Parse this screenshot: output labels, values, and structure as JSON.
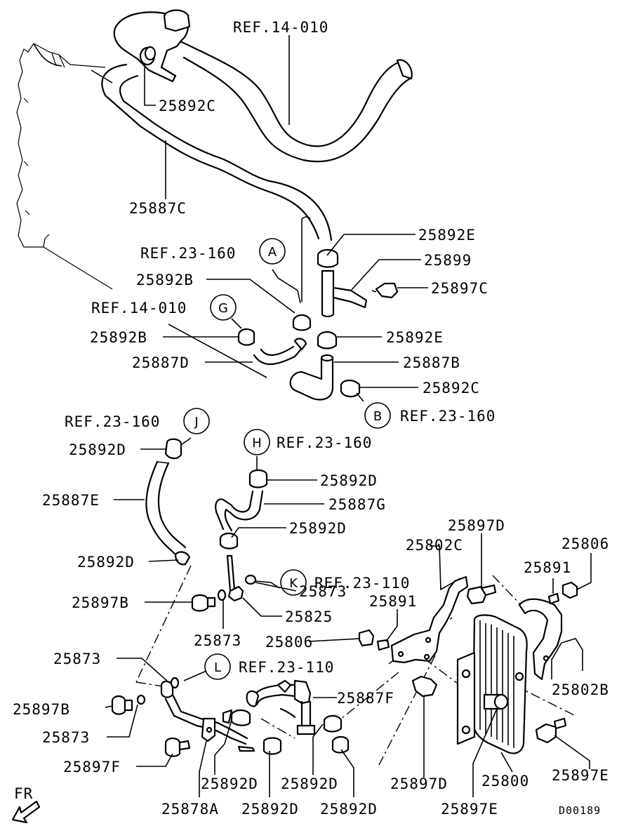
{
  "refs": {
    "r1": "REF.14-010",
    "r2": "REF.23-160",
    "r3": "REF.14-010",
    "r4": "REF.23-160",
    "r5": "REF.23-160",
    "r6": "REF.23-160",
    "r7": "REF.23-110",
    "r8": "REF.23-110"
  },
  "markers": {
    "a": "A",
    "g": "G",
    "b": "B",
    "j": "J",
    "h": "H",
    "k": "K",
    "l": "L"
  },
  "parts": {
    "p25892c_top": "25892C",
    "p25887c": "25887C",
    "p25892e_1": "25892E",
    "p25899": "25899",
    "p25897c": "25897C",
    "p25892b_1": "25892B",
    "p25892b_2": "25892B",
    "p25892e_2": "25892E",
    "p25887d": "25887D",
    "p25887b": "25887B",
    "p25892c_2": "25892C",
    "p25892d_1": "25892D",
    "p25887e": "25887E",
    "p25892d_2": "25892D",
    "p25887g": "25887G",
    "p25892d_3": "25892D",
    "p25897d_top": "25897D",
    "p25802c": "25802C",
    "p25806_r": "25806",
    "p25891_r": "25891",
    "p25892d_4": "25892D",
    "p25873_1": "25873",
    "p25825": "25825",
    "p25897b_1": "25897B",
    "p25891": "25891",
    "p25873_2": "25873",
    "p25806": "25806",
    "p25802b": "25802B",
    "p25873_3": "25873",
    "p25887f": "25887F",
    "p25897b_2": "25897B",
    "p25873_4": "25873",
    "p25897f": "25897F",
    "p25892d_5": "25892D",
    "p25892d_6": "25892D",
    "p25800": "25800",
    "p25897e_r": "25897E",
    "p25897d_b": "25897D",
    "p25878a": "25878A",
    "p25892d_7": "25892D",
    "p25892d_8": "25892D",
    "p25897e_b": "25897E"
  },
  "fr": "FR",
  "diagram_code": "D00189"
}
